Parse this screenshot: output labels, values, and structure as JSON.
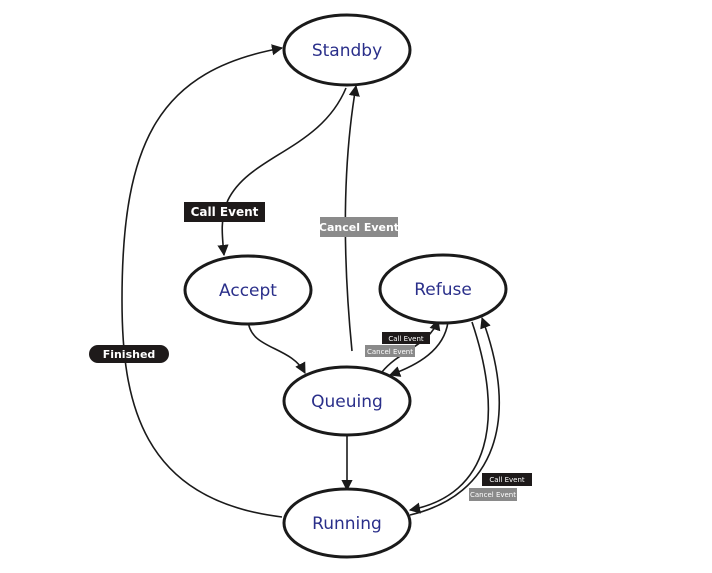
{
  "states": {
    "standby": "Standby",
    "accept": "Accept",
    "refuse": "Refuse",
    "queuing": "Queuing",
    "running": "Running"
  },
  "edge_labels": {
    "standby_to_accept": "Call Event",
    "queuing_to_standby": "Cancel Event",
    "running_to_standby": "Finished",
    "queuing_to_refuse": "Call Event",
    "refuse_to_queuing": "Cancel Event",
    "running_to_refuse": "Call Event",
    "refuse_to_running": "Cancel Event"
  },
  "colors": {
    "line": "#1a1a1a",
    "state_text": "#2a2f8a",
    "dark_label": "#1e1a1a",
    "gray_label": "#8a8a8a"
  }
}
